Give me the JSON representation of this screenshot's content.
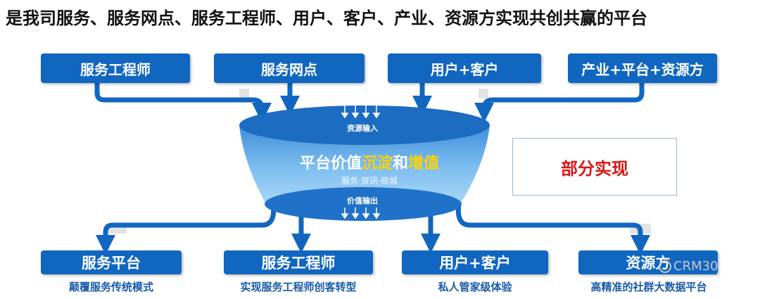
{
  "title": "是我司服务、服务网点、服务工程师、用户、客户、产业、资源方实现共创共赢的平台",
  "inputs": [
    {
      "label": "服务工程师"
    },
    {
      "label": "服务网点"
    },
    {
      "label": "用户+客户"
    },
    {
      "label": "产业+平台+资源方"
    }
  ],
  "funnel": {
    "input_label": "资源输入",
    "output_label": "价值输出",
    "title_part1": "平台价值",
    "title_highlight1": "沉淀",
    "title_part2": "和",
    "title_highlight2": "增值",
    "subtitle": "服务·资讯·商城"
  },
  "outputs": [
    {
      "label": "服务平台",
      "sub": "颠覆服务传统模式"
    },
    {
      "label": "服务工程师",
      "sub": "实现服务工程师创客转型"
    },
    {
      "label": "用户+客户",
      "sub": "私人管家级体验"
    },
    {
      "label": "资源方",
      "sub": "高精准的社群大数据平台"
    }
  ],
  "note": "部分实现",
  "watermark": "CRM30",
  "colors": {
    "box": "#1166c0",
    "funnel_top": "#2e7fd3",
    "funnel_body": "#5aa8ea",
    "highlight": "#ffd200",
    "note": "#d81818"
  }
}
